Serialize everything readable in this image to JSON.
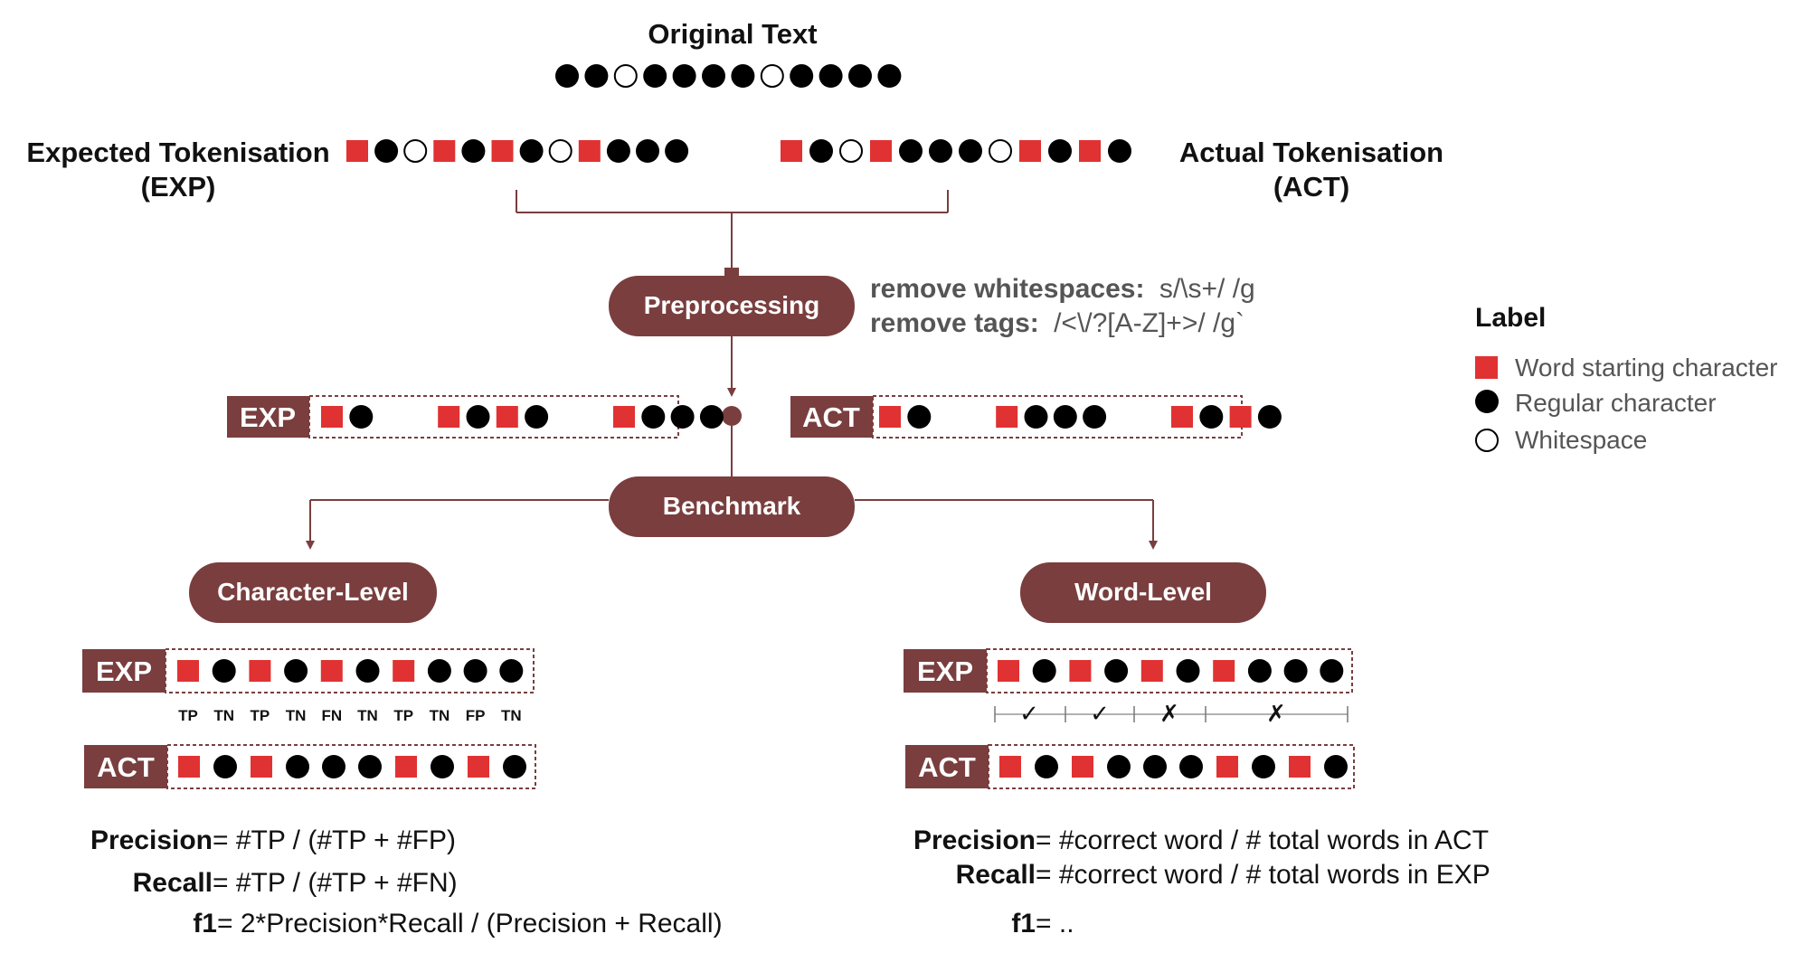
{
  "colors": {
    "accent": "#7a3e3e",
    "word_start": "#e03232",
    "regular": "#000000",
    "whitespace": "#ffffff",
    "gray_text": "#555555"
  },
  "title": "Original Text",
  "original_sequence": "RRWRRRRWRRRR",
  "expected": {
    "label_line1": "Expected Tokenisation",
    "label_line2": "(EXP)",
    "sequence": "SRWSRSRWSRRR"
  },
  "actual": {
    "label_line1": "Actual Tokenisation",
    "label_line2": "(ACT)",
    "sequence": "SRWSRRRWSRS R"
  },
  "preprocessing": {
    "label": "Preprocessing",
    "rules": [
      {
        "name": "remove whitespaces:",
        "pattern": "s/\\s+/ /g"
      },
      {
        "name": "remove tags:",
        "pattern": "/<\\/?[A-Z]+>/ /g`"
      }
    ]
  },
  "preprocessed": {
    "exp_tag": "EXP",
    "exp_sequence": "SR  SRSR  SRRR",
    "act_tag": "ACT",
    "act_sequence": "SR  SRRR  SRSR"
  },
  "benchmark_label": "Benchmark",
  "char_level": {
    "label": "Character-Level",
    "exp_tag": "EXP",
    "exp_sequence": "SRSRSRSRRR",
    "act_tag": "ACT",
    "act_sequence": "SRSRRRSRSR",
    "outcomes": [
      "TP",
      "TN",
      "TP",
      "TN",
      "FN",
      "TN",
      "TP",
      "TN",
      "FP",
      "TN"
    ],
    "formulas": [
      {
        "bold": "Precision",
        "rest": " = #TP / (#TP + #FP)"
      },
      {
        "bold": "Recall",
        "rest": " = #TP / (#TP + #FN)"
      },
      {
        "bold": "f1",
        "rest": "= 2*Precision*Recall / (Precision + Recall)"
      }
    ]
  },
  "word_level": {
    "label": "Word-Level",
    "exp_tag": "EXP",
    "exp_sequence": "SRSRSRSRRR",
    "act_tag": "ACT",
    "act_sequence": "SRSRRRSRSR",
    "marks": [
      "✓",
      "✓",
      "✗",
      "✗"
    ],
    "formulas": [
      {
        "bold": "Precision",
        "rest": " = #correct word / # total words in ACT"
      },
      {
        "bold": "Recall",
        "rest": " = #correct word / # total words in EXP"
      },
      {
        "bold": "f1",
        "rest": " = .."
      }
    ]
  },
  "legend": {
    "title": "Label",
    "items": [
      {
        "symbol": "square",
        "text": "Word starting character"
      },
      {
        "symbol": "dot",
        "text": "Regular character"
      },
      {
        "symbol": "ring",
        "text": "Whitespace"
      }
    ]
  }
}
